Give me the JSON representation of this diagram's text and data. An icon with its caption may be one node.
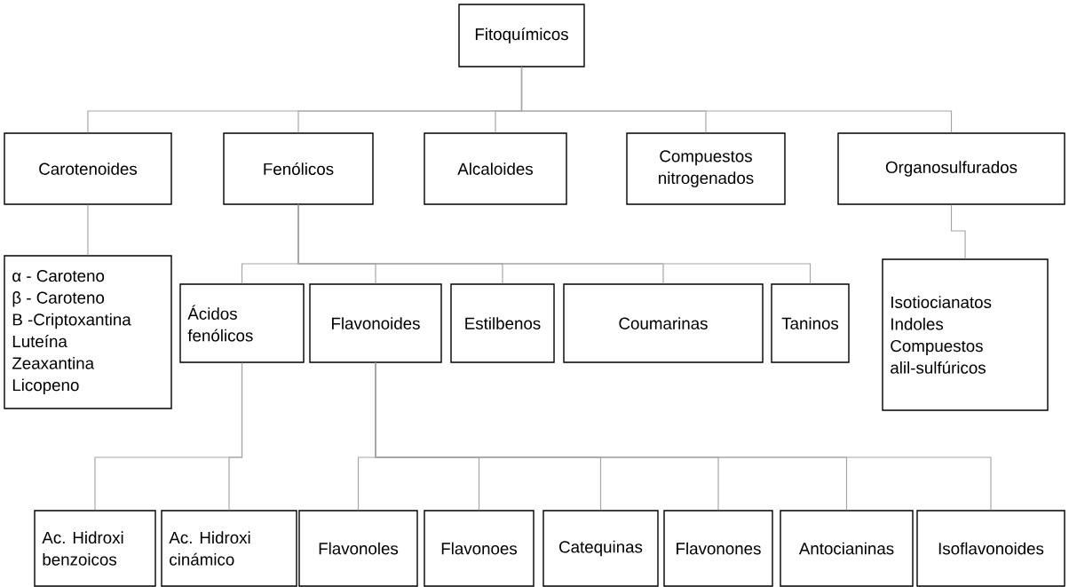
{
  "diagram": {
    "nodes": [
      {
        "text": [
          "Fitoquímicos"
        ]
      },
      {
        "text": [
          "Carotenoides"
        ]
      },
      {
        "text": [
          "Fenólicos"
        ]
      },
      {
        "text": [
          "Alcaloides"
        ]
      },
      {
        "text": [
          "Compuestos nitrogenados"
        ]
      },
      {
        "text": [
          "Organosulfurados"
        ]
      },
      {
        "text": [
          "α - Caroteno",
          "β - Caroteno",
          "B -Criptoxantina",
          "Luteína",
          "Zeaxantina",
          "Licopeno"
        ]
      },
      {
        "text": [
          "Ácidos fenólicos"
        ]
      },
      {
        "text": [
          "Flavonoides"
        ]
      },
      {
        "text": [
          "Estilbenos"
        ]
      },
      {
        "text": [
          "Coumarinas"
        ]
      },
      {
        "text": [
          "Taninos"
        ]
      },
      {
        "text": [
          "Isotiocianatos",
          "Indoles",
          "Compuestos alil-sulfúricos"
        ]
      },
      {
        "text": [
          "Ac. Hidroxi benzoicos"
        ]
      },
      {
        "text": [
          "Ac. Hidroxi cinámico"
        ]
      },
      {
        "text": [
          "Flavonoles"
        ]
      },
      {
        "text": [
          "Flavonoes"
        ]
      },
      {
        "text": [
          "Catequinas"
        ]
      },
      {
        "text": [
          "Flavonones"
        ]
      },
      {
        "text": [
          "Antocianinas"
        ]
      },
      {
        "text": [
          "Isoflavonoides"
        ]
      }
    ],
    "edges": [
      {
        "from": 0,
        "to": 1,
        "arrow": "none"
      },
      {
        "from": 0,
        "to": 2,
        "arrow": "none"
      },
      {
        "from": 0,
        "to": 3,
        "arrow": "none"
      },
      {
        "from": 0,
        "to": 4,
        "arrow": "none"
      },
      {
        "from": 0,
        "to": 5,
        "arrow": "none"
      },
      {
        "from": 1,
        "to": 6,
        "arrow": "none"
      },
      {
        "from": 5,
        "to": 12,
        "arrow": "none"
      },
      {
        "from": 2,
        "to": 7,
        "arrow": "none"
      },
      {
        "from": 2,
        "to": 8,
        "arrow": "none"
      },
      {
        "from": 2,
        "to": 9,
        "arrow": "none"
      },
      {
        "from": 2,
        "to": 10,
        "arrow": "none"
      },
      {
        "from": 2,
        "to": 11,
        "arrow": "none"
      },
      {
        "from": 7,
        "to": 13,
        "arrow": "none"
      },
      {
        "from": 7,
        "to": 14,
        "arrow": "none"
      },
      {
        "from": 8,
        "to": 15,
        "arrow": "none"
      },
      {
        "from": 8,
        "to": 16,
        "arrow": "none"
      },
      {
        "from": 8,
        "to": 17,
        "arrow": "none"
      },
      {
        "from": 8,
        "to": 18,
        "arrow": "none"
      },
      {
        "from": 8,
        "to": 19,
        "arrow": "none"
      },
      {
        "from": 8,
        "to": 20,
        "arrow": "none"
      }
    ]
  }
}
